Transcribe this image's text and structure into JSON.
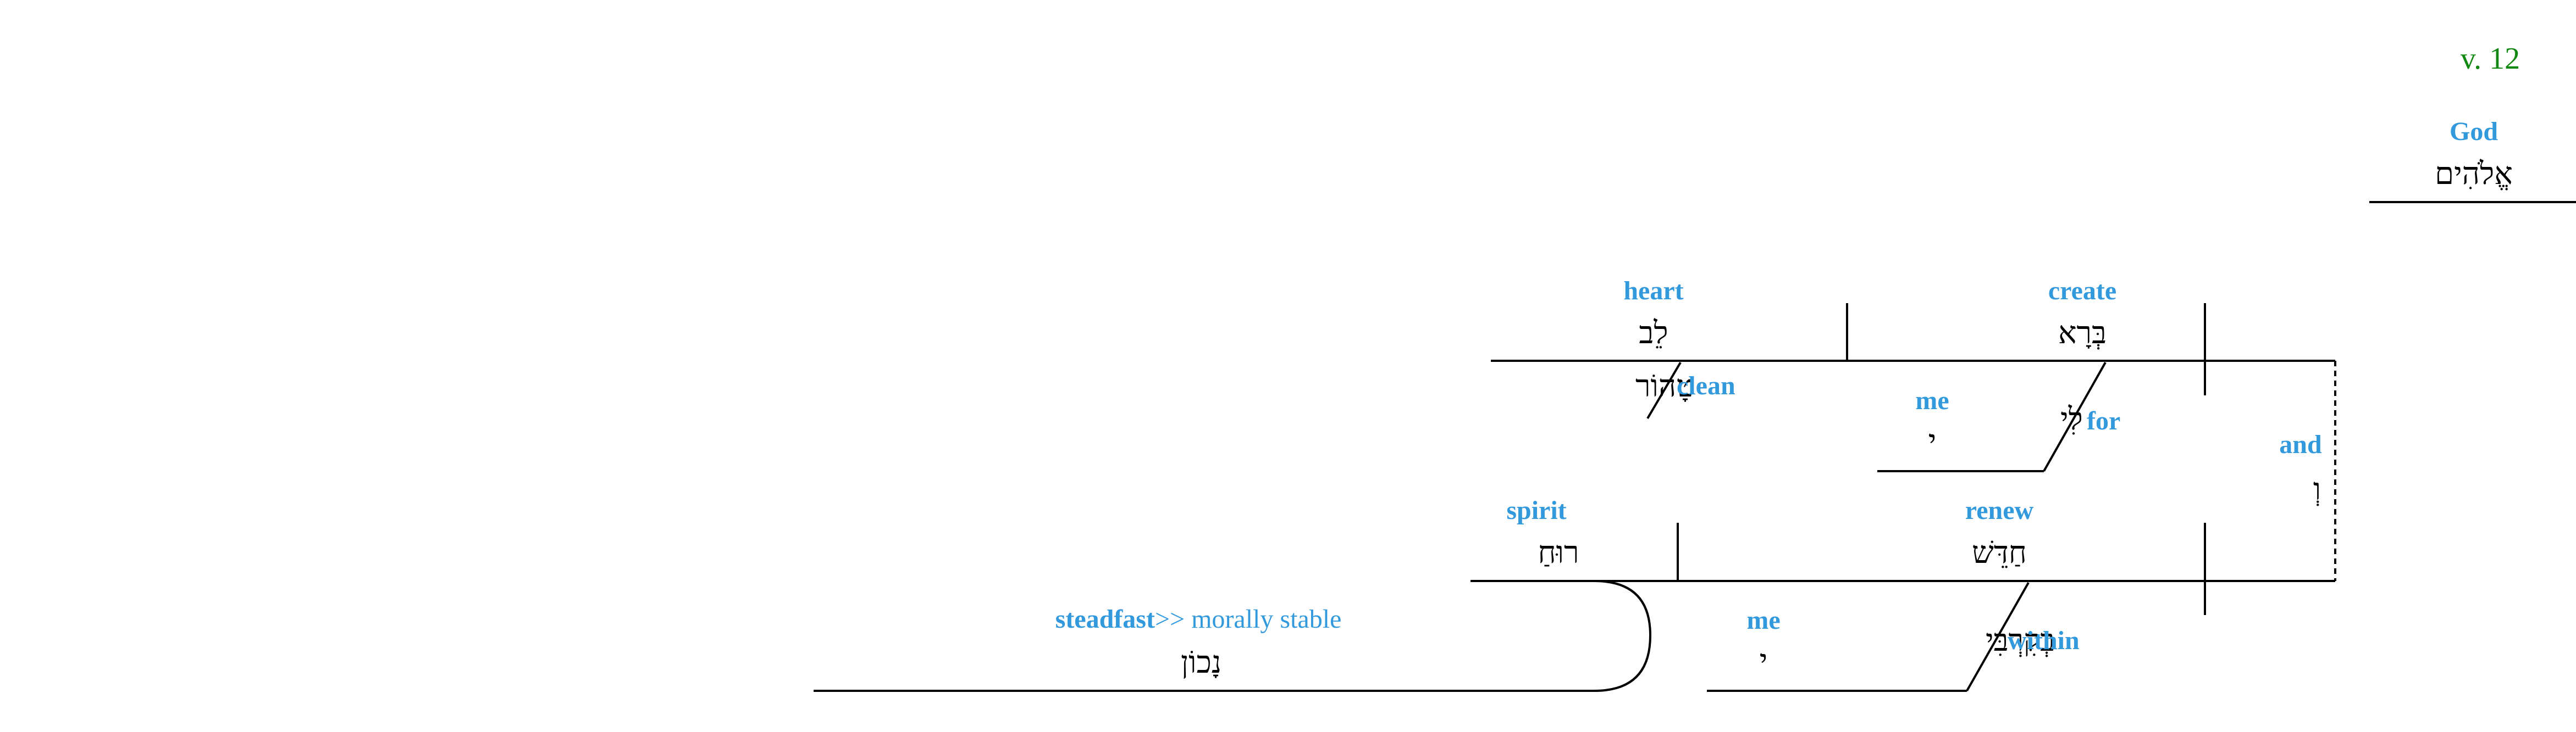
{
  "verse_label": "v. 12",
  "colors": {
    "english": "#3399dd",
    "verse": "#118811",
    "hebrew": "#000000",
    "lines": "#000000"
  },
  "subject": {
    "english": "God",
    "hebrew": "אֱלֹהִים"
  },
  "clause1": {
    "verb": {
      "english": "create",
      "hebrew": "בְּרָא"
    },
    "object": {
      "english": "heart",
      "hebrew": "לֵב"
    },
    "object_modifier": {
      "english": "clean",
      "hebrew": "טָהוֹר"
    },
    "prep": {
      "english": "for",
      "hebrew": "לִי"
    },
    "prep_object": {
      "english": "me",
      "hebrew": "י"
    }
  },
  "conjunction": {
    "english": "and",
    "hebrew": "וְ"
  },
  "clause2": {
    "verb": {
      "english": "renew",
      "hebrew": "חַדֵּשׁ"
    },
    "object": {
      "english": "spirit",
      "hebrew": "רוּחַ"
    },
    "complement": {
      "english": "steadfast",
      "note": ">> morally stable",
      "hebrew": "נָכוֹן"
    },
    "prep": {
      "english": "within",
      "hebrew": "בְּקִרְבִּי"
    },
    "prep_object": {
      "english": "me",
      "hebrew": "י"
    }
  }
}
